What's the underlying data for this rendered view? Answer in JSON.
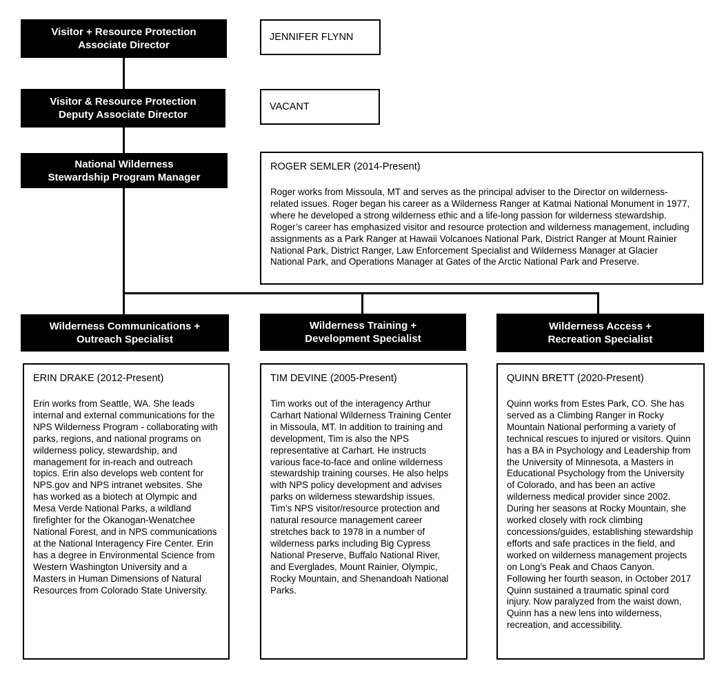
{
  "colors": {
    "role_box_bg": "#000000",
    "role_box_text": "#ffffff",
    "border": "#000000",
    "body_text": "#000000",
    "background": "#ffffff"
  },
  "org_chart": {
    "level1": {
      "title": "Visitor + Resource Protection\nAssociate Director",
      "person": "JENNIFER FLYNN"
    },
    "level2": {
      "title": "Visitor & Resource Protection\nDeputy Associate Director",
      "person": "VACANT"
    },
    "manager": {
      "title": "National Wilderness\nStewardship Program Manager",
      "person": "ROGER SEMLER (2014-Present)",
      "bio": "Roger works from Missoula, MT and serves as the principal adviser to the Director on wilderness-related issues. Roger began his career as a Wilderness Ranger at Katmai National Monument in 1977, where he developed a strong wilderness ethic and a life-long passion for wilderness stewardship. Roger’s career has emphasized visitor and resource protection and wilderness management, including assignments as a Park Ranger at Hawaii Volcanoes National Park, District Ranger at Mount Rainier National Park, District Ranger, Law Enforcement Specialist and Wilderness Manager at Glacier National Park, and Operations Manager at Gates of the Arctic National Park and Preserve."
    },
    "specialists": [
      {
        "title": "Wilderness Communications +\nOutreach Specialist",
        "person": "ERIN DRAKE (2012-Present)",
        "bio": "Erin works from Seattle, WA. She leads internal and external communications for the NPS Wilderness Program - collaborating with parks, regions, and national programs on wilderness policy, stewardship, and management for in-reach and outreach topics. Erin also develops web content for NPS.gov and NPS intranet websites. She has worked as a biotech at Olympic and Mesa Verde National Parks, a wildland firefighter for the Okanogan-Wenatchee National Forest, and in NPS communications at the National Interagency Fire Center. Erin has a degree in Environmental Science from Western Washington University and a Masters in Human Dimensions of Natural Resources from Colorado State University."
      },
      {
        "title": "Wilderness Training +\nDevelopment Specialist",
        "person": "TIM DEVINE (2005-Present)",
        "bio": "Tim works out of the interagency Arthur Carhart National Wilderness Training Center in Missoula, MT. In addition to training and development, Tim is also the NPS representative at Carhart. He instructs various face-to-face and online wilderness stewardship training courses. He also helps with NPS policy development and advises parks on wilderness stewardship issues. Tim’s NPS visitor/resource protection and natural resource management career stretches back to 1978 in a number of wilderness parks including Big Cypress National Preserve, Buffalo National River, and Everglades, Mount Rainier, Olympic, Rocky Mountain, and Shenandoah National Parks."
      },
      {
        "title": "Wilderness Access +\nRecreation Specialist",
        "person": "QUINN BRETT (2020-Present)",
        "bio": "Quinn works from Estes Park, CO. She has served as a Climbing Ranger in Rocky Mountain National performing a variety of technical rescues to injured or visitors. Quinn has a BA in Psychology and Leadership from the University of Minnesota, a Masters in Educational Psychology from the University of Colorado, and has been an active wilderness medical provider since 2002. During her seasons at Rocky Mountain, she worked closely with rock climbing concessions/guides, establishing stewardship efforts and safe practices in the field, and worked on wilderness management projects on Long’s Peak and Chaos Canyon. Following her fourth season, in October 2017 Quinn sustained a traumatic spinal cord injury. Now paralyzed from the waist down, Quinn has a new lens into wilderness, recreation, and accessibility."
      }
    ]
  }
}
